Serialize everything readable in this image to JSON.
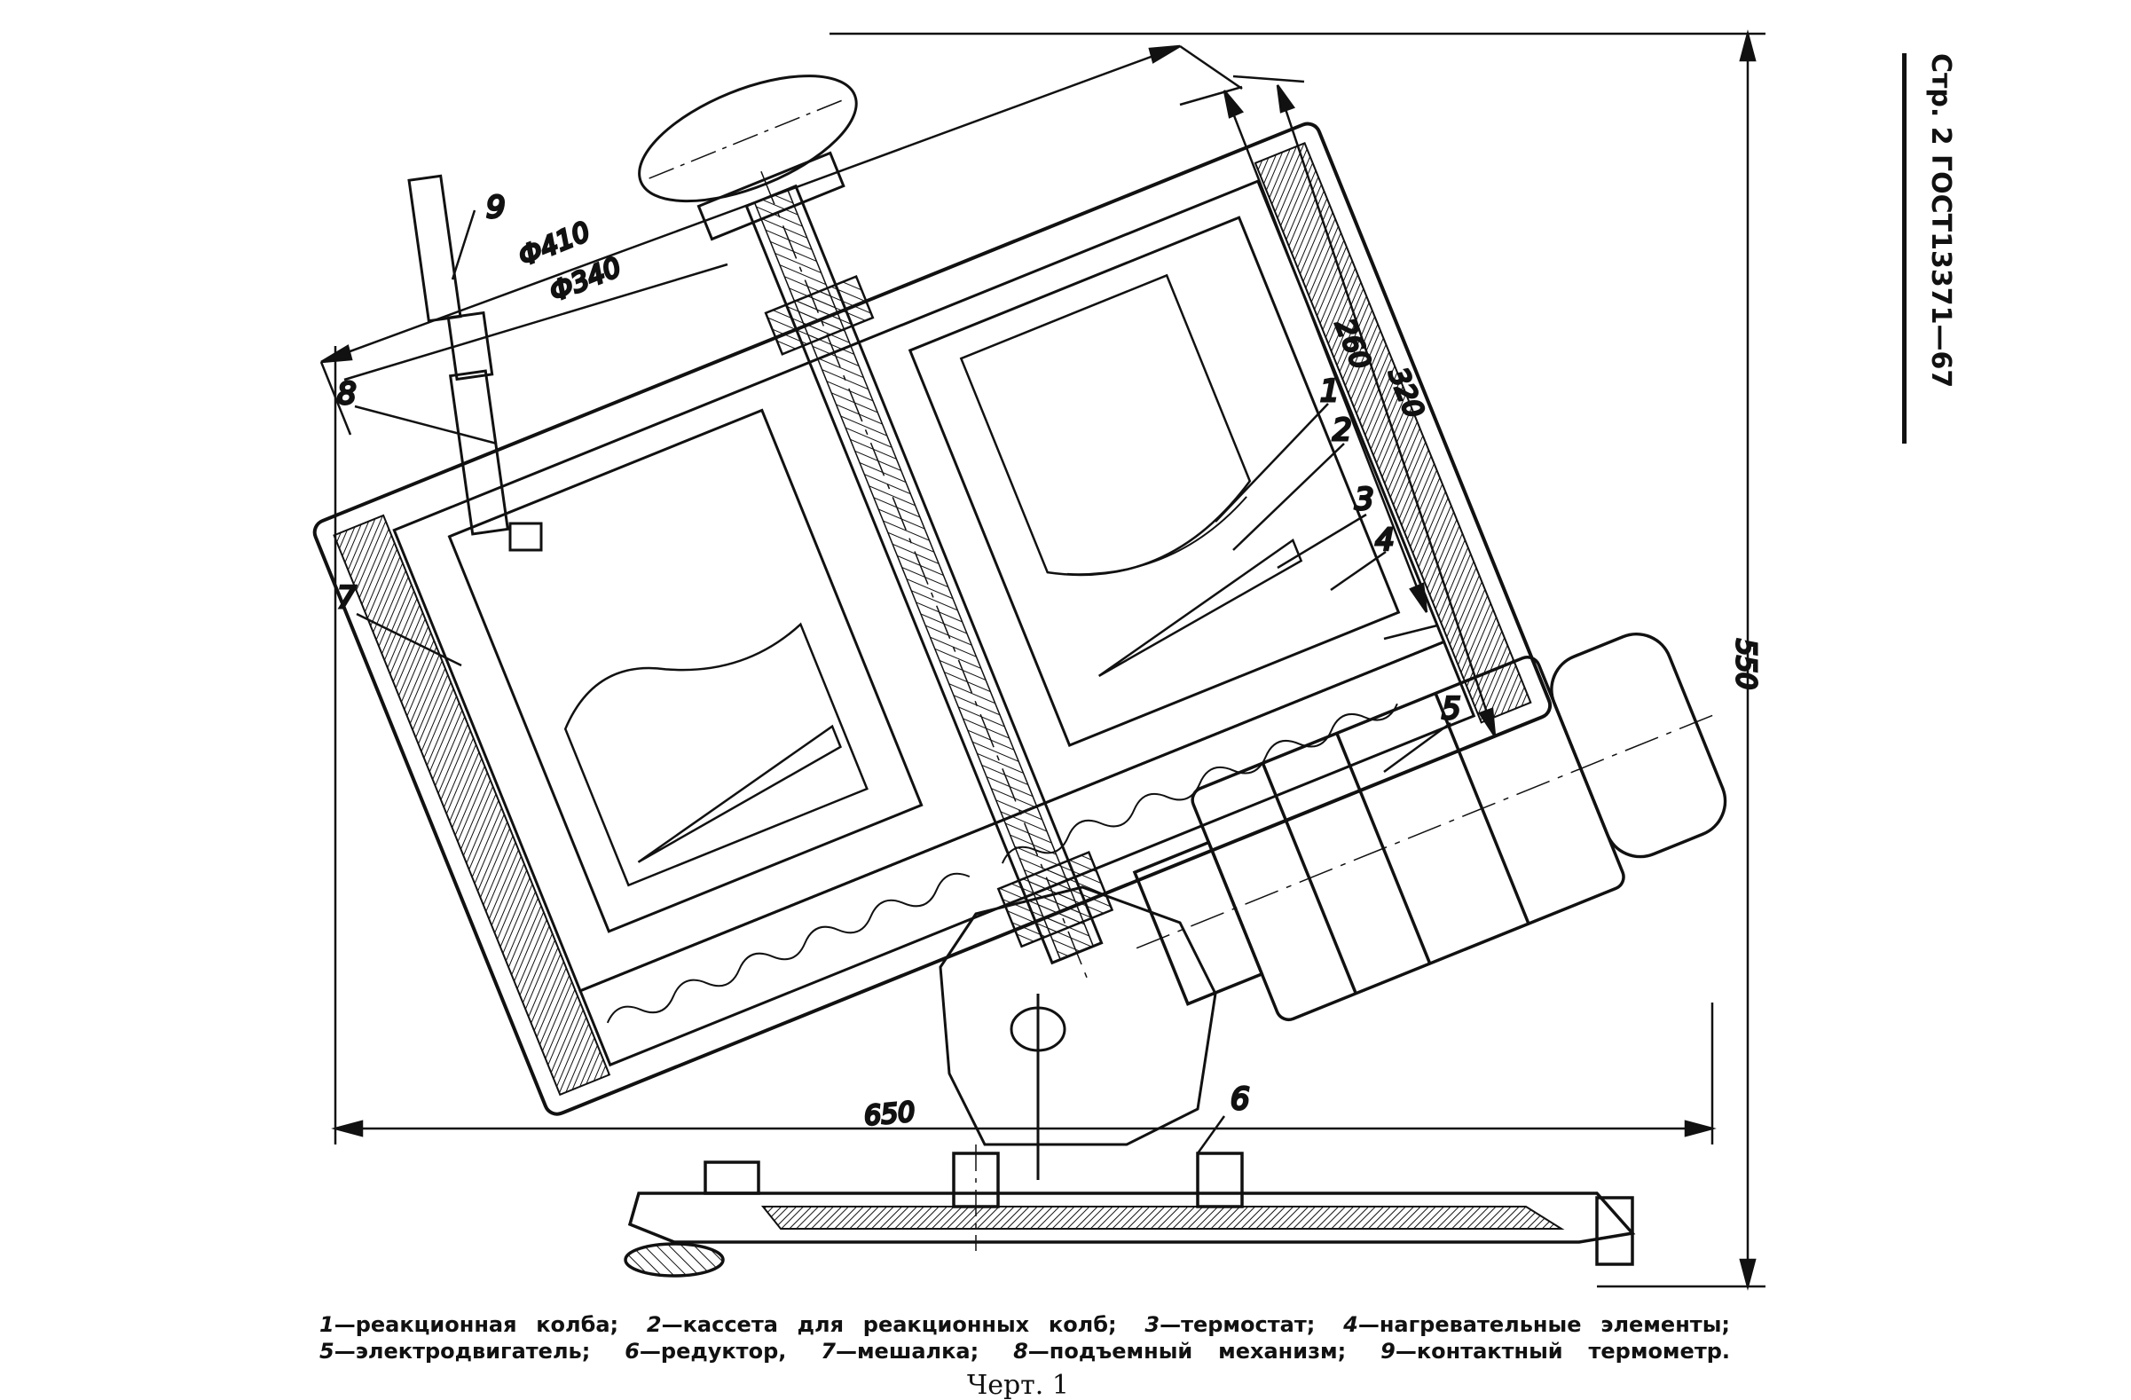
{
  "header": {
    "page_label": "Стр. 2",
    "standard_code": "ГОСТ13371—67"
  },
  "dimensions": {
    "d410": "Ф410",
    "d340": "Ф340",
    "d260": "260",
    "d320": "320",
    "d550": "550",
    "d650": "650"
  },
  "callouts": [
    "1",
    "2",
    "3",
    "4",
    "5",
    "6",
    "7",
    "8",
    "9"
  ],
  "legend": {
    "line1": [
      {
        "num": "1",
        "text": "—реакционная колба;"
      },
      {
        "num": "2",
        "text": "—кассета для реакционных колб;"
      },
      {
        "num": "3",
        "text": "—термостат;"
      },
      {
        "num": "4",
        "text": "—нагревательные элементы;"
      }
    ],
    "line2": [
      {
        "num": "5",
        "text": "—электродвигатель;"
      },
      {
        "num": "6",
        "text": "—редуктор,"
      },
      {
        "num": "7",
        "text": "—мешалка;"
      },
      {
        "num": "8",
        "text": "—подъемный механизм;"
      },
      {
        "num": "9",
        "text": "—контактный термометр."
      }
    ]
  },
  "caption": "Черт. 1"
}
